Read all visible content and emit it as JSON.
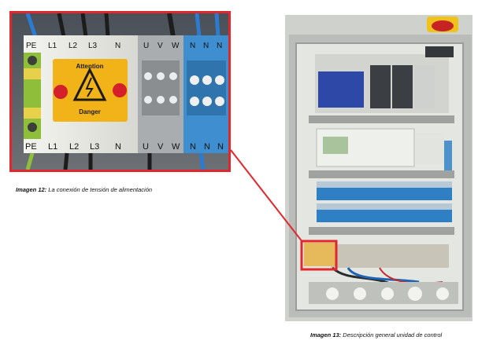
{
  "figure_left": {
    "terminal_top_labels": [
      "PE",
      "L1",
      "L2",
      "L3",
      "N",
      "U",
      "V",
      "W",
      "N",
      "N",
      "N"
    ],
    "terminal_bottom_labels": [
      "PE",
      "L1",
      "L2",
      "L3",
      "N",
      "U",
      "V",
      "W",
      "N",
      "N",
      "N"
    ],
    "warning_sign": {
      "top_text": "Attention",
      "bottom_text": "Danger"
    },
    "caption_prefix": "Imagen 12:",
    "caption_text": " La conexión de tensión de alimentación"
  },
  "figure_right": {
    "caption_prefix": "Imagen 13:",
    "caption_text": " Descripción general unidad de control"
  },
  "colors": {
    "highlight_red": "#e3262b",
    "terminal_green_yellow": "#8fbf3a",
    "terminal_grey": "#a9adb0",
    "terminal_blue": "#3f8fd0",
    "warning_yellow": "#f2b318",
    "cabinet_grey": "#d6d8d4"
  }
}
